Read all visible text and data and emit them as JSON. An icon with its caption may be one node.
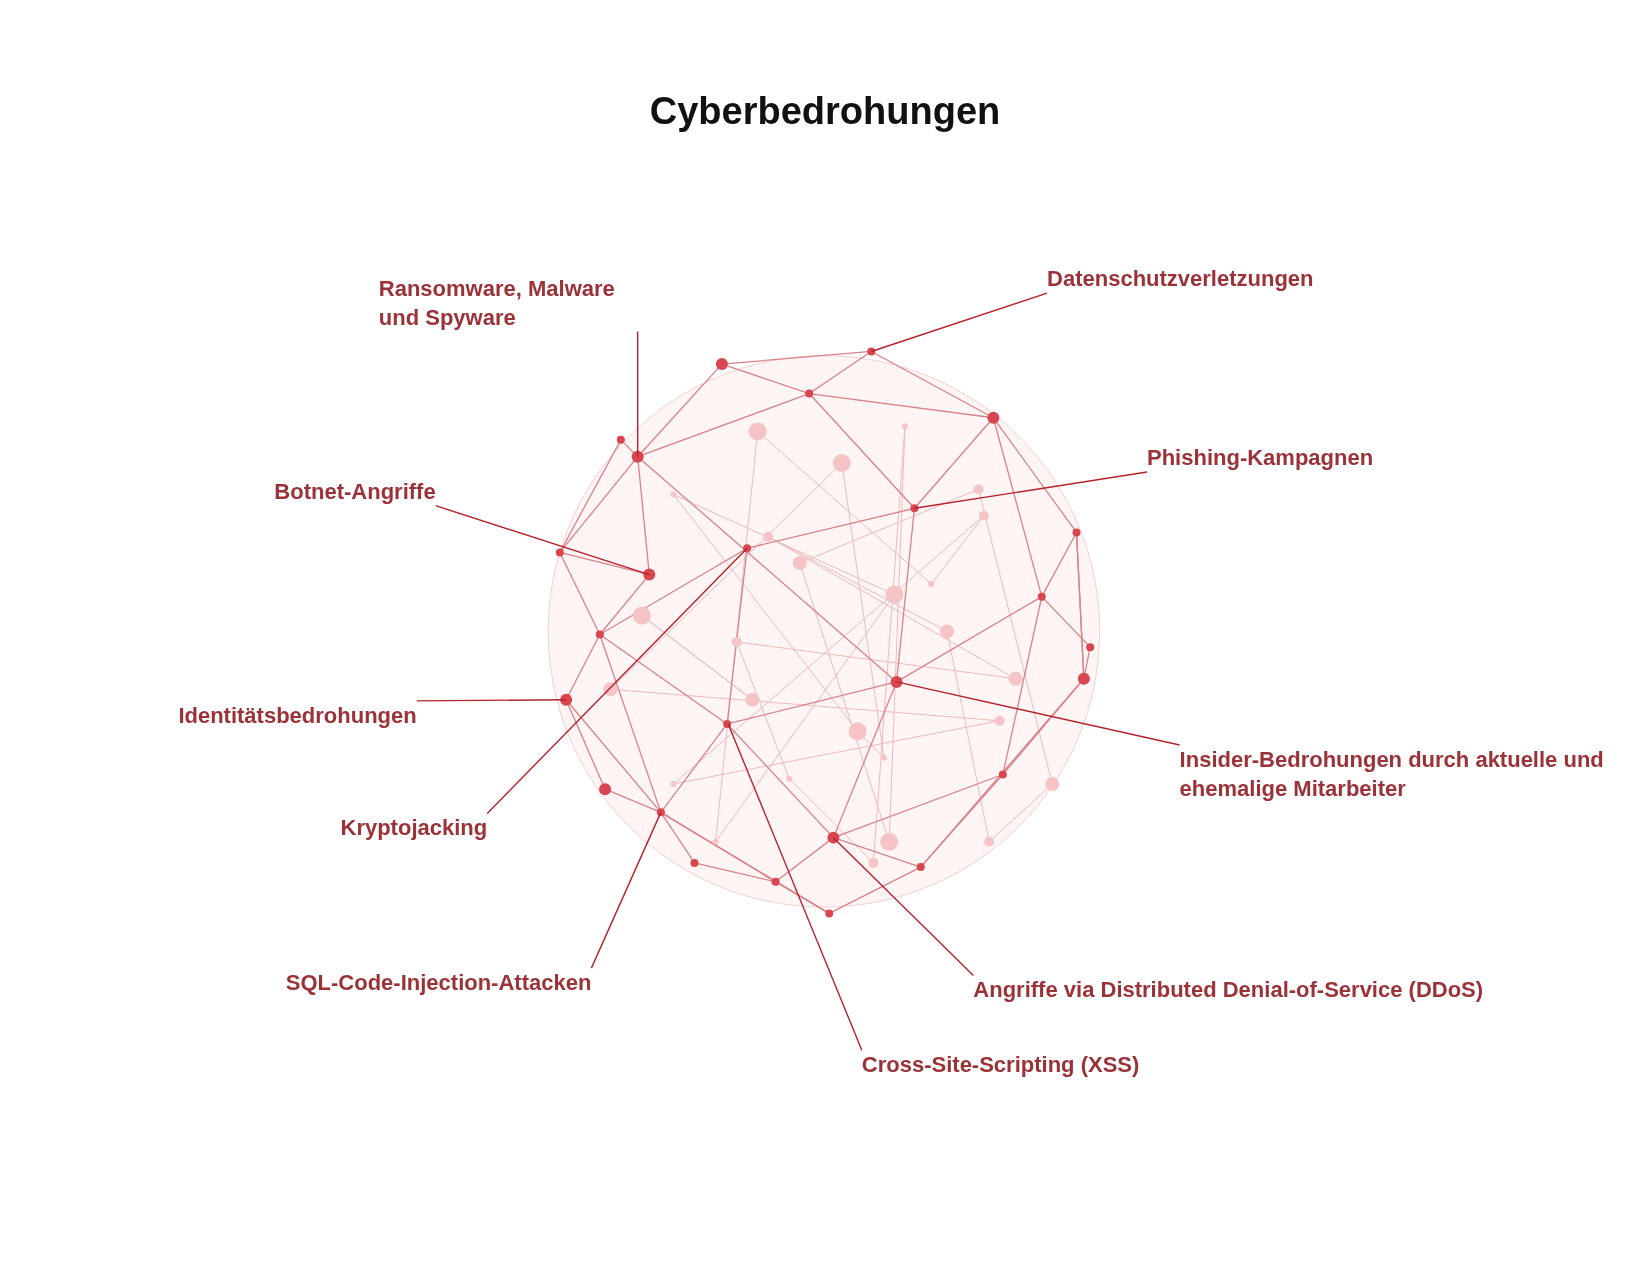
{
  "diagram": {
    "title": "Cyberbedrohungen",
    "nodes": [
      {
        "text": [
          "Ransomware, Malware und Spyware"
        ]
      },
      {
        "text": [
          "Datenschutzverletzungen"
        ]
      },
      {
        "text": [
          "Botnet-Angriffe"
        ]
      },
      {
        "text": [
          "Phishing-Kampagnen"
        ]
      },
      {
        "text": [
          "Identitätsbedrohungen"
        ]
      },
      {
        "text": [
          "Insider-Bedrohungen durch aktuelle und ehemalige Mitarbeiter"
        ]
      },
      {
        "text": [
          "Kryptojacking"
        ]
      },
      {
        "text": [
          "SQL-Code-Injection-Attacken"
        ]
      },
      {
        "text": [
          "Angriffe via Distributed Denial-of-Service (DDoS)"
        ]
      },
      {
        "text": [
          "Cross-Site-Scripting (XSS)"
        ]
      }
    ],
    "edges": [
      {
        "from": 0,
        "to": null,
        "arrow": "none"
      },
      {
        "from": 1,
        "to": null,
        "arrow": "none"
      },
      {
        "from": 2,
        "to": null,
        "arrow": "none"
      },
      {
        "from": 3,
        "to": null,
        "arrow": "none"
      },
      {
        "from": 4,
        "to": null,
        "arrow": "none"
      },
      {
        "from": 5,
        "to": null,
        "arrow": "none"
      },
      {
        "from": 6,
        "to": null,
        "arrow": "none"
      },
      {
        "from": 7,
        "to": null,
        "arrow": "none"
      },
      {
        "from": 8,
        "to": null,
        "arrow": "none"
      },
      {
        "from": 9,
        "to": null,
        "arrow": "none"
      }
    ]
  }
}
